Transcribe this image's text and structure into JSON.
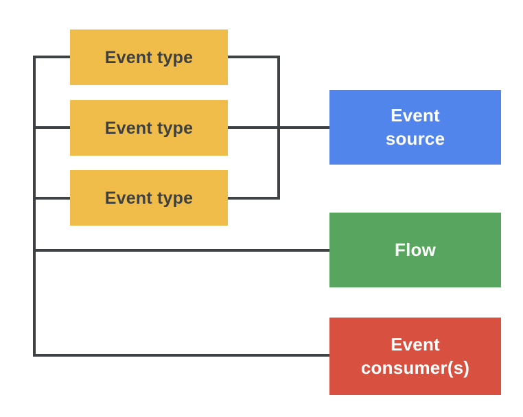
{
  "diagram": {
    "background": "#FFFFFF",
    "line_color": "#3E4245",
    "nodes": {
      "event_type_1": {
        "label": "Event type",
        "fill": "#F0BD4B",
        "text_color": "#3C4043"
      },
      "event_type_2": {
        "label": "Event type",
        "fill": "#F0BD4B",
        "text_color": "#3C4043"
      },
      "event_type_3": {
        "label": "Event type",
        "fill": "#F0BD4B",
        "text_color": "#3C4043"
      },
      "event_source": {
        "label": "Event\nsource",
        "fill": "#5185EC",
        "text_color": "#FFFFFF"
      },
      "flow": {
        "label": "Flow",
        "fill": "#57A55E",
        "text_color": "#FFFFFF"
      },
      "event_consumers": {
        "label": "Event\nconsumer(s)",
        "fill": "#D8503F",
        "text_color": "#FFFFFF"
      }
    }
  }
}
